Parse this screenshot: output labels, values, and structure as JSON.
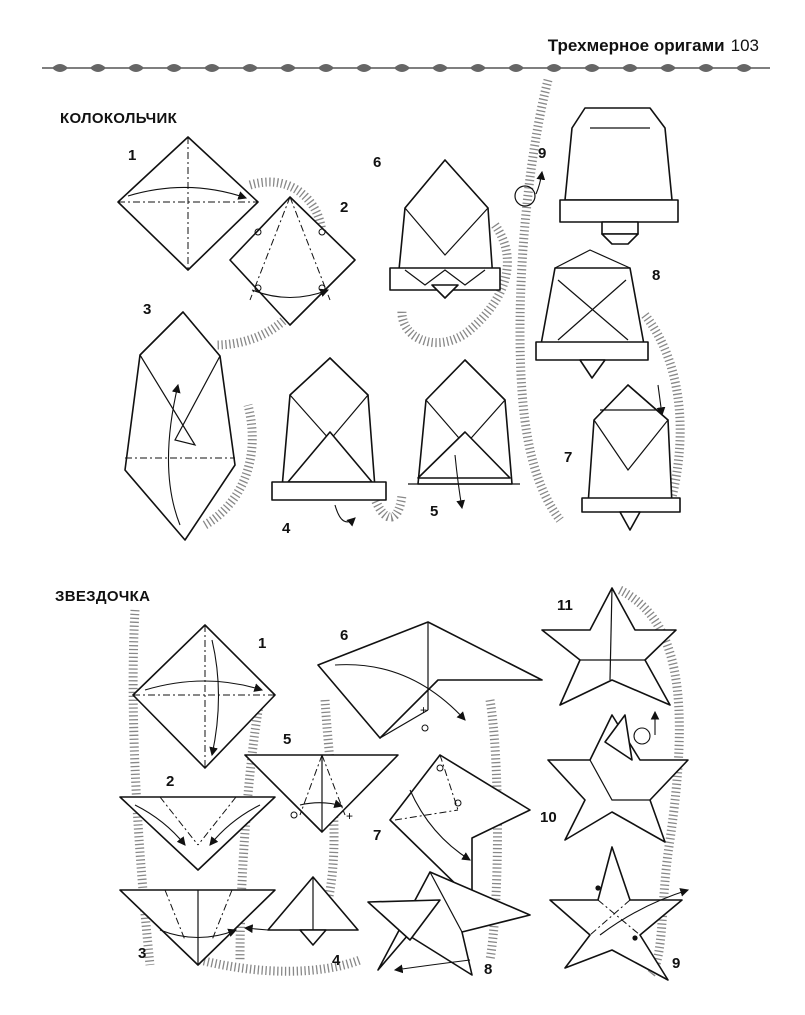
{
  "header": {
    "title": "Трехмерное оригами",
    "page_number": "103"
  },
  "sections": [
    {
      "title": "КОЛОКОЛЬЧИК",
      "steps": [
        "1",
        "2",
        "3",
        "4",
        "5",
        "6",
        "7",
        "8",
        "9"
      ]
    },
    {
      "title": "ЗВЕЗДОЧКА",
      "steps": [
        "1",
        "2",
        "3",
        "4",
        "5",
        "6",
        "7",
        "8",
        "9",
        "10",
        "11"
      ]
    }
  ]
}
